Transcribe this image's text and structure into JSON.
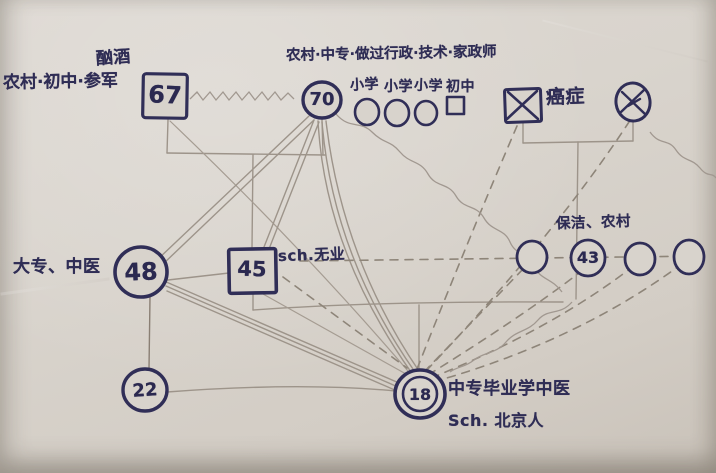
{
  "diagram_type": "hand-drawn genogram on paper",
  "palette": {
    "paper": "#d8d3cc",
    "pen_ink": "#2f2d55",
    "pencil": "#9d948a",
    "pencil_dashed": "#8e8579"
  },
  "nodes": [
    {
      "id": "grandfather",
      "shape": "square",
      "value": "67",
      "deceased": false
    },
    {
      "id": "grandmother",
      "shape": "circle",
      "value": "70",
      "deceased": false
    },
    {
      "id": "relative-circle-1",
      "shape": "circle",
      "value": "",
      "deceased": false
    },
    {
      "id": "relative-circle-2",
      "shape": "circle",
      "value": "",
      "deceased": false
    },
    {
      "id": "relative-circle-3",
      "shape": "circle",
      "value": "",
      "deceased": false
    },
    {
      "id": "relative-square-junior",
      "shape": "square",
      "value": "",
      "deceased": false
    },
    {
      "id": "paternal-grandfather-cancer",
      "shape": "square",
      "value": "",
      "deceased": true
    },
    {
      "id": "paternal-grandmother",
      "shape": "circle",
      "value": "",
      "deceased": true
    },
    {
      "id": "mother",
      "shape": "circle",
      "value": "48",
      "deceased": false
    },
    {
      "id": "father",
      "shape": "square",
      "value": "45",
      "deceased": false
    },
    {
      "id": "aunt-circle-1",
      "shape": "circle",
      "value": "",
      "deceased": false
    },
    {
      "id": "aunt-43",
      "shape": "circle",
      "value": "43",
      "deceased": false
    },
    {
      "id": "aunt-circle-3",
      "shape": "circle",
      "value": "",
      "deceased": false
    },
    {
      "id": "aunt-circle-4",
      "shape": "circle",
      "value": "",
      "deceased": false
    },
    {
      "id": "sibling-22",
      "shape": "circle",
      "value": "22",
      "deceased": false
    },
    {
      "id": "index-person-18",
      "shape": "double-circle",
      "value": "18",
      "deceased": false
    }
  ],
  "labels": {
    "alcohol": "酗酒",
    "grandfather_desc": "农村·初中·参军",
    "grandmother_desc": "农村·中专·做过行政·技术·家政师",
    "edu1": "小学",
    "edu2": "小学",
    "edu3": "小学",
    "edu4": "初中",
    "cancer": "癌症",
    "mother_desc": "大专、中医",
    "father_desc": "sch.无业",
    "aunts_desc": "保洁、农村",
    "index_desc_line1": "中专毕业学中医",
    "index_desc_line2": "Sch. 北京人"
  },
  "legend_semantics": {
    "zigzag_line": "conflict relationship (67-70)",
    "triple_parallel_lines": "fused close relationship (70-18, 48-18)",
    "dashed_lines": "distant relationships radiating from 18",
    "x_mark": "deceased (cancer square, top-right circle)"
  }
}
